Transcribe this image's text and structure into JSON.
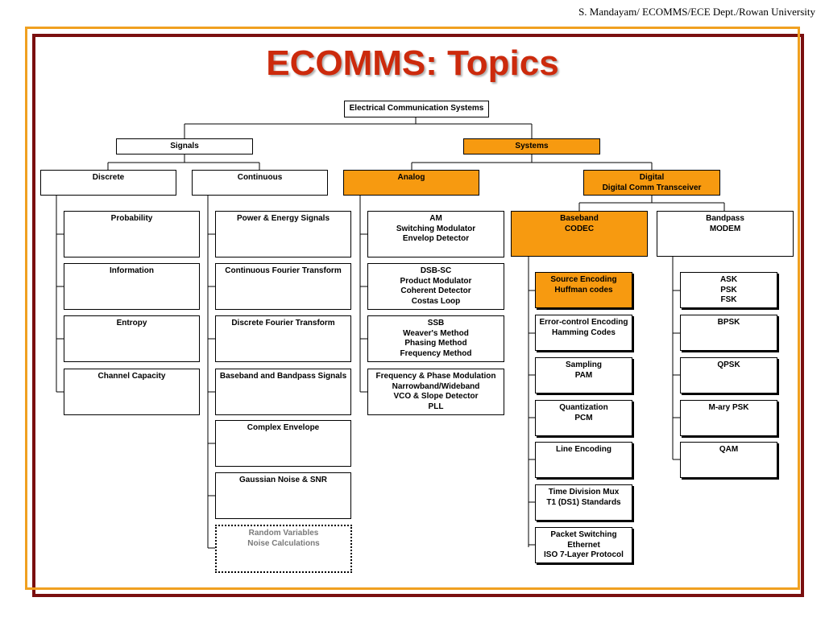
{
  "header": {
    "credit": "S. Mandayam/ ECOMMS/ECE Dept./Rowan University"
  },
  "title": "ECOMMS: Topics",
  "colors": {
    "title": "#cc2a0c",
    "highlight": "#f79a10",
    "frame_outer": "#7a0f0f",
    "frame_inner": "#f0a020"
  },
  "tree": {
    "root": [
      "Electrical Communication Systems"
    ],
    "signals": [
      "Signals"
    ],
    "systems": [
      "Systems"
    ],
    "discrete": [
      "Discrete"
    ],
    "continuous": [
      "Continuous"
    ],
    "analog": [
      "Analog"
    ],
    "digital": [
      "Digital",
      "Digital Comm Transceiver"
    ],
    "baseband": [
      "Baseband",
      "CODEC"
    ],
    "bandpass": [
      "Bandpass",
      "MODEM"
    ],
    "discrete_items": [
      [
        "Probability"
      ],
      [
        "Information"
      ],
      [
        "Entropy"
      ],
      [
        "Channel Capacity"
      ]
    ],
    "continuous_items": [
      [
        "Power & Energy Signals"
      ],
      [
        "Continuous Fourier Transform"
      ],
      [
        "Discrete Fourier Transform"
      ],
      [
        "Baseband and Bandpass Signals"
      ],
      [
        "Complex Envelope"
      ],
      [
        "Gaussian Noise & SNR"
      ],
      [
        "Random Variables",
        "Noise Calculations"
      ]
    ],
    "analog_items": [
      [
        "AM",
        "Switching Modulator",
        "Envelop Detector"
      ],
      [
        "DSB-SC",
        "Product Modulator",
        "Coherent Detector",
        "Costas Loop"
      ],
      [
        "SSB",
        "Weaver's Method",
        "Phasing Method",
        "Frequency Method"
      ],
      [
        "Frequency & Phase Modulation",
        "Narrowband/Wideband",
        "VCO & Slope Detector",
        "PLL"
      ]
    ],
    "baseband_items": [
      [
        "Source Encoding",
        "Huffman codes"
      ],
      [
        "Error-control Encoding",
        "Hamming Codes"
      ],
      [
        "Sampling",
        "PAM"
      ],
      [
        "Quantization",
        "PCM"
      ],
      [
        "Line Encoding"
      ],
      [
        "Time Division Mux",
        "T1 (DS1) Standards"
      ],
      [
        "Packet Switching",
        "Ethernet",
        "ISO 7-Layer Protocol"
      ]
    ],
    "bandpass_items": [
      [
        "ASK",
        "PSK",
        "FSK"
      ],
      [
        "BPSK"
      ],
      [
        "QPSK"
      ],
      [
        "M-ary PSK"
      ],
      [
        "QAM"
      ]
    ]
  }
}
